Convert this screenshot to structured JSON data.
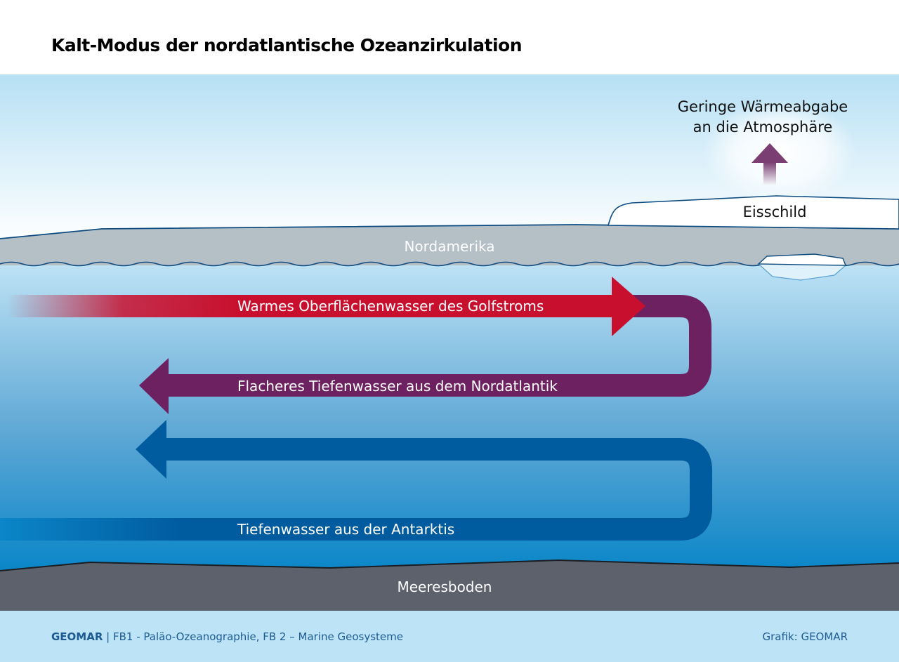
{
  "title": "Kalt-Modus der nordatlantische Ozeanzirkulation",
  "labels": {
    "heat": [
      "Geringe Wärmeabgabe",
      "an die Atmosphäre"
    ],
    "ice_sheet": "Eisschild",
    "continent": "Nordamerika",
    "seafloor": "Meeresboden"
  },
  "flows": {
    "gulf_stream": "Warmes Oberflächenwasser des Golfstroms",
    "nadw": "Flacheres Tiefenwasser aus dem Nordatlantik",
    "aabw": "Tiefenwasser aus der Antarktis"
  },
  "footer": {
    "org": "GEOMAR",
    "departments": " | FB1 - Paläo-Ozeanographie, FB 2 – Marine Geosysteme",
    "credit": "Grafik: GEOMAR"
  },
  "colors": {
    "warm": "#c8102e",
    "nadw": "#6e2160",
    "aabw": "#005b9f",
    "land": "#b4bfc6",
    "seafloor": "#5c616b"
  }
}
